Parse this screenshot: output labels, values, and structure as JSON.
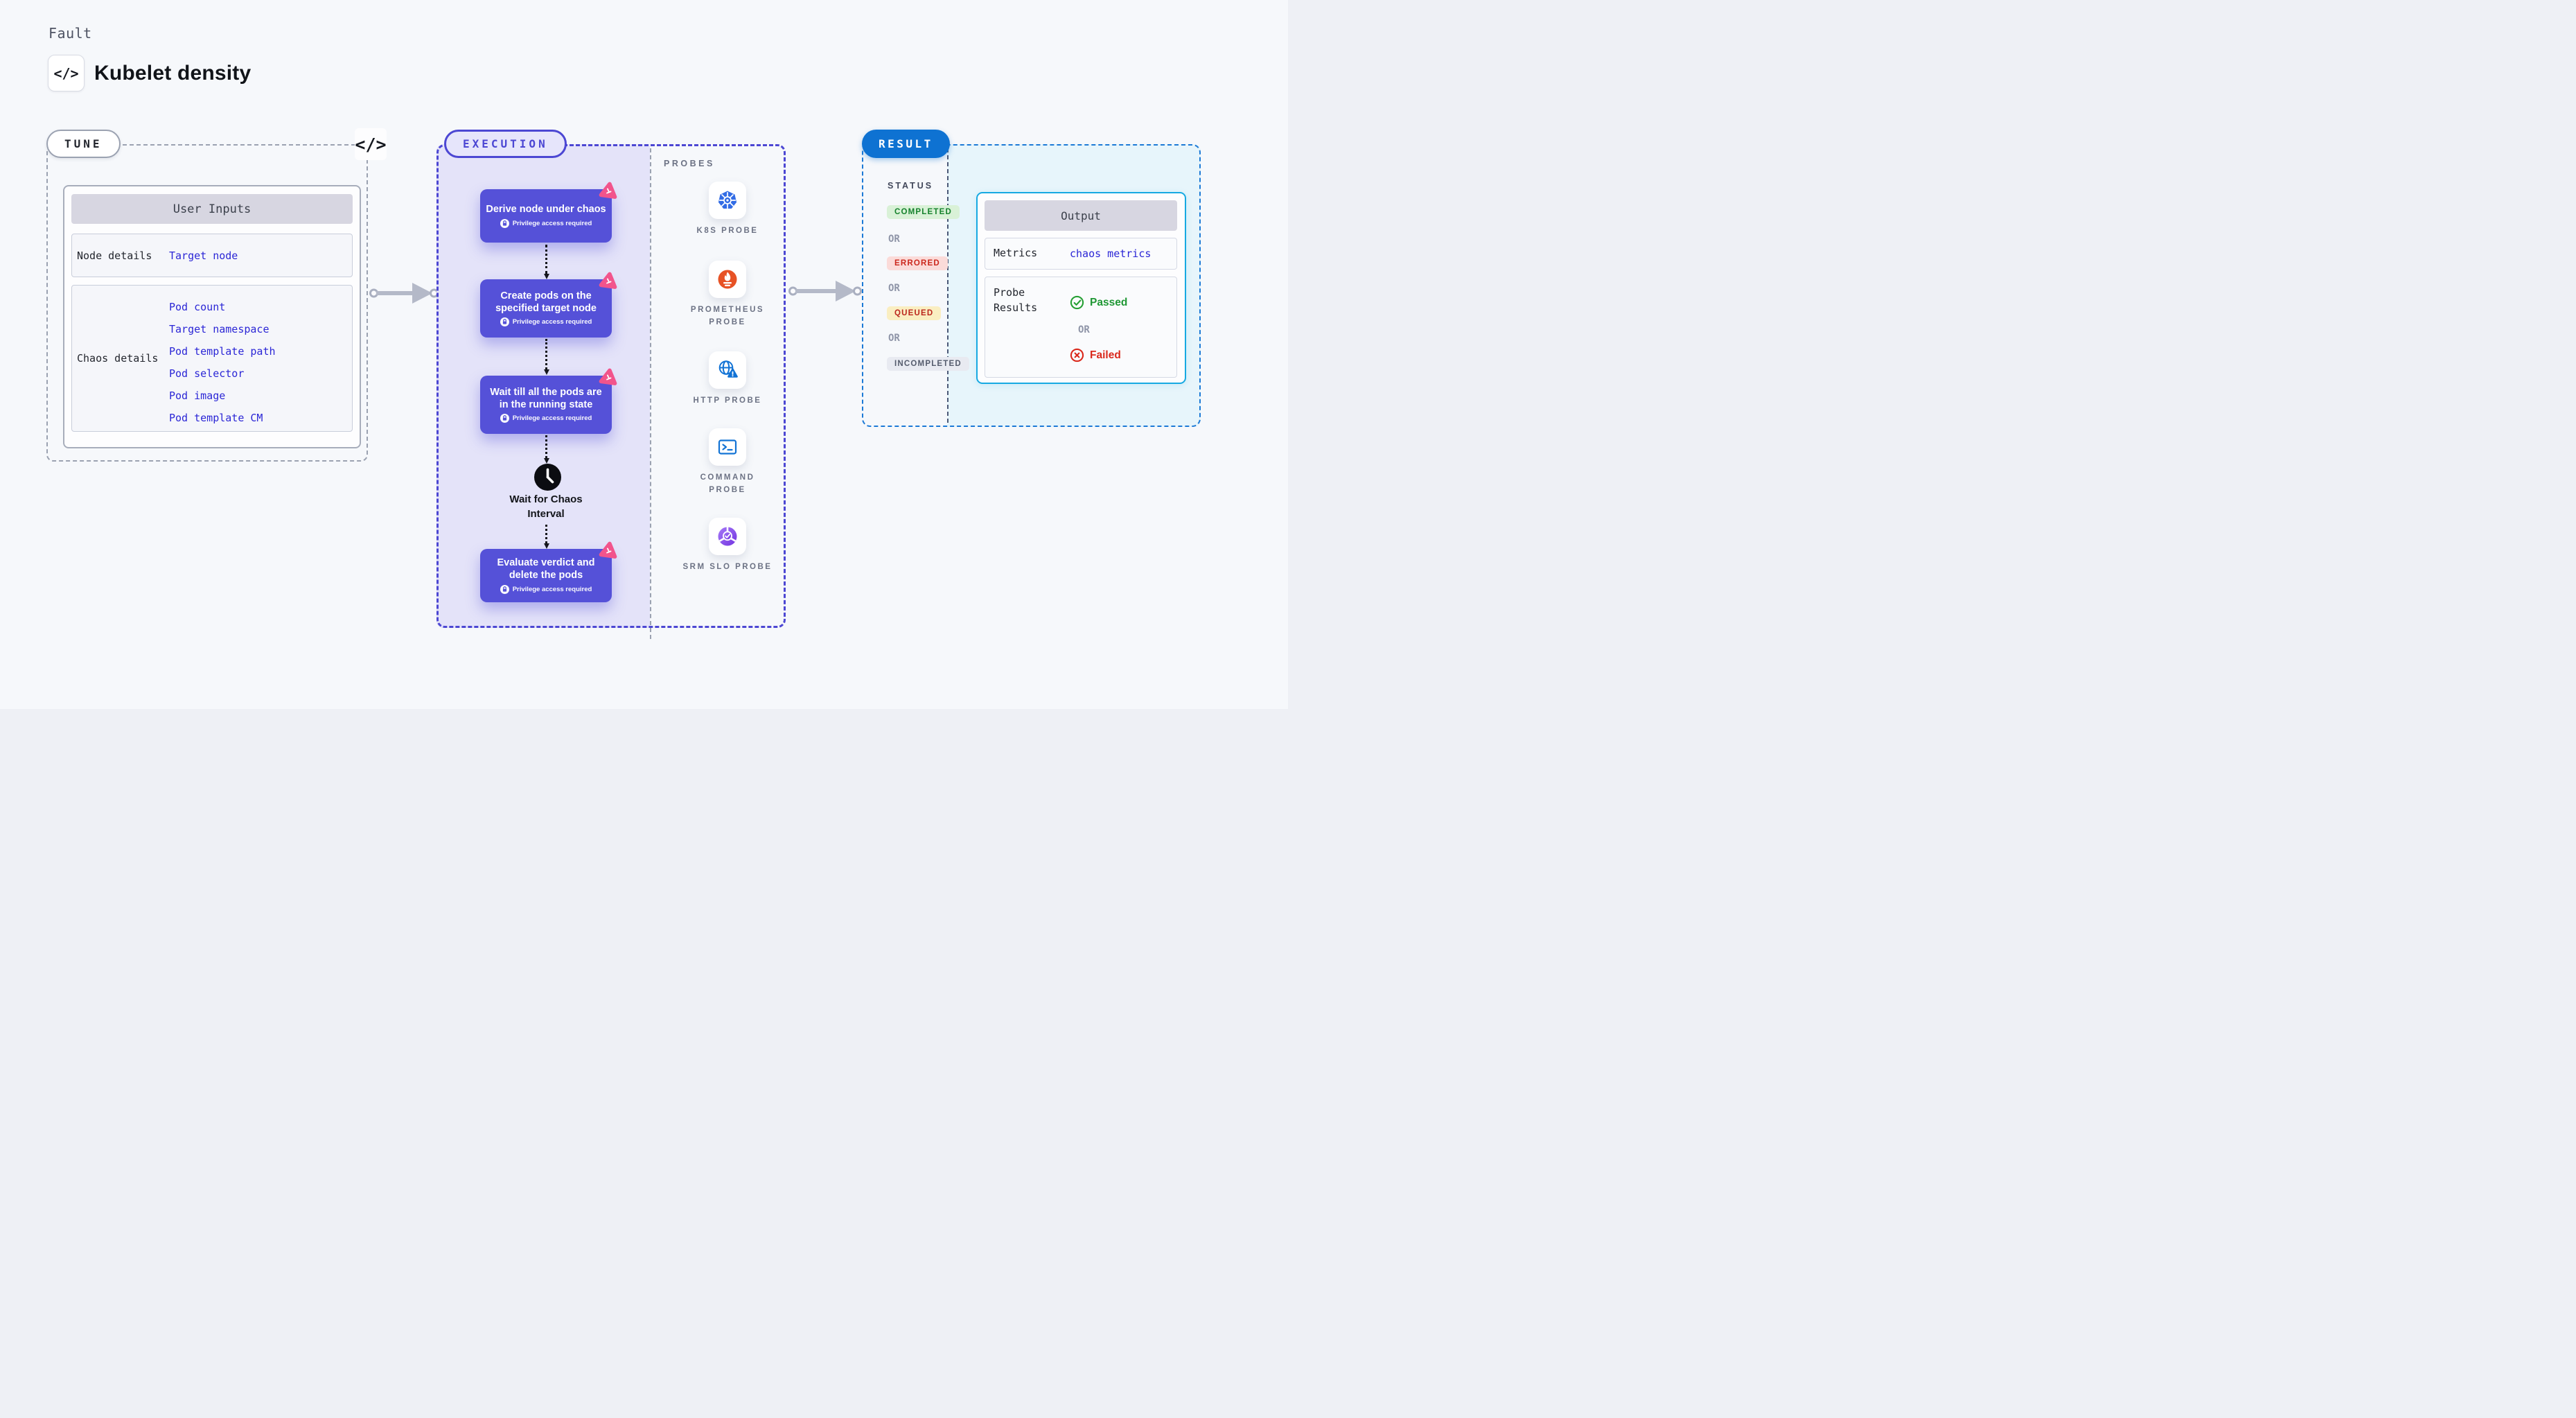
{
  "header": {
    "eyebrow": "Fault",
    "title": "Kubelet density",
    "icon": "code"
  },
  "tune": {
    "pill": "TUNE",
    "user_inputs": {
      "header": "User Inputs",
      "rows": [
        {
          "label": "Node details",
          "links": [
            "Target node"
          ]
        },
        {
          "label": "Chaos details",
          "links": [
            "Pod count",
            "Target namespace",
            "Pod template path",
            "Pod selector",
            "Pod image",
            "Pod template CM"
          ]
        }
      ]
    }
  },
  "execution": {
    "pill": "EXECUTION",
    "steps": [
      {
        "title": "Derive node under chaos",
        "badge": "Privilege access required"
      },
      {
        "title": "Create pods on the specified target node",
        "badge": "Privilege access required"
      },
      {
        "title": "Wait till all the pods are in the running state",
        "badge": "Privilege access required"
      },
      {
        "title": "Evaluate verdict and delete the pods",
        "badge": "Privilege access required"
      }
    ],
    "wait_label": "Wait for Chaos Interval"
  },
  "probes": {
    "header": "PROBES",
    "items": [
      {
        "label": "K8S PROBE",
        "icon": "kubernetes-icon"
      },
      {
        "label": "PROMETHEUS PROBE",
        "icon": "prometheus-icon"
      },
      {
        "label": "HTTP PROBE",
        "icon": "globe-warning-icon"
      },
      {
        "label": "COMMAND PROBE",
        "icon": "terminal-icon"
      },
      {
        "label": "SRM SLO PROBE",
        "icon": "slo-dial-icon"
      }
    ]
  },
  "result": {
    "pill": "RESULT",
    "status": {
      "label": "STATUS",
      "separator": "OR",
      "badges": [
        {
          "label": "COMPLETED",
          "bg": "#d9f1d7",
          "color": "#15822c"
        },
        {
          "label": "ERRORED",
          "bg": "#fbdbd9",
          "color": "#cb271c"
        },
        {
          "label": "QUEUED",
          "bg": "#faeec1",
          "color": "#bb261c"
        },
        {
          "label": "INCOMPLETED",
          "bg": "#e8eaf1",
          "color": "#555c6d"
        }
      ]
    },
    "output": {
      "header": "Output",
      "metrics_label": "Metrics",
      "metrics_value": "chaos metrics",
      "probe_results_label": "Probe Results",
      "passed": "Passed",
      "failed": "Failed",
      "separator": "OR"
    }
  },
  "colors": {
    "page_bg": "#f6f8fb",
    "indigo_accent": "#4c47d3",
    "step_card": "#5551d8",
    "lavender_panel": "#e4e3f9",
    "litmus_pink": "#f2548c",
    "result_blue": "#0e72d2",
    "result_dash": "#1b79d6",
    "cyan_panel": "#e7f5fb",
    "output_border": "#16a9e2",
    "link_blue": "#2b26d6",
    "passed_green": "#1f9734",
    "failed_red": "#da291c",
    "kubernetes_blue": "#326ce5",
    "prometheus_orange": "#e75225",
    "slo_purple": "#7233e0"
  }
}
